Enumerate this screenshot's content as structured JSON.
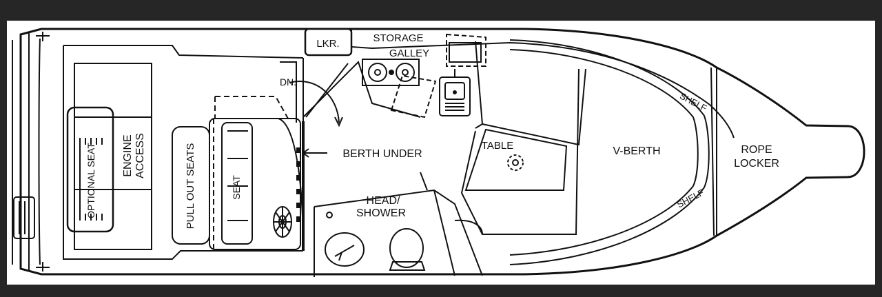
{
  "colors": {
    "frame": "#262626",
    "paper": "#ffffff",
    "ink": "#111111"
  },
  "labels": {
    "lkr": "LKR.",
    "storage": "STORAGE",
    "galley": "GALLEY",
    "dn": "DN.",
    "berth_under": "BERTH UNDER",
    "table": "TABLE",
    "v_berth": "V-BERTH",
    "rope": "ROPE",
    "locker": "LOCKER",
    "shelf_upper": "SHELF",
    "shelf_lower": "SHELF",
    "head": "HEAD/",
    "shower": "SHOWER",
    "engine": "ENGINE",
    "access": "ACCESS",
    "optional_seat": "OPTIONAL SEAT",
    "pull_out_seats": "PULL OUT SEATS",
    "seat": "SEAT"
  },
  "icons": [
    "stove-burner-icon",
    "sink-icon",
    "table-pedestal-icon",
    "helm-wheel-icon",
    "toilet-icon",
    "head-sink-icon",
    "cleat-icon"
  ]
}
